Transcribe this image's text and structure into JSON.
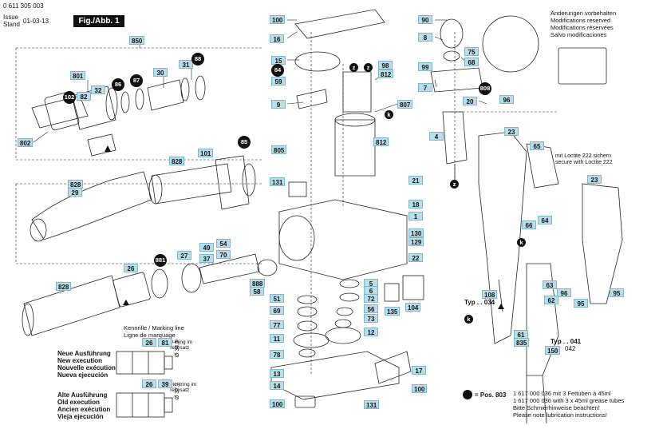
{
  "header": {
    "doc_number": "0 611 305 003",
    "issue_label": "Issue",
    "stand_label": "Stand",
    "date": "01-03-13",
    "fig_title": "Fig./Abb. 1",
    "notes": [
      "Änderungen vorbehalten",
      "Modifications reserved",
      "Modifications réservées",
      "Salvo modificaciones"
    ]
  },
  "parts": {
    "p850": "850",
    "p801": "801",
    "p82": "82",
    "p32": "32",
    "p102": "102",
    "p802": "802",
    "p31": "31",
    "p30": "30",
    "p828a": "828",
    "p29": "29",
    "p101": "101",
    "p26": "26",
    "p828b": "828",
    "p27": "27",
    "p49": "49",
    "p37": "37",
    "p54": "54",
    "p70": "70",
    "p888": "888",
    "p58": "58",
    "p100a": "100",
    "p16": "16",
    "p15": "15",
    "p59": "59",
    "p9": "9",
    "p805": "805",
    "p131a": "131",
    "p98": "98",
    "p812a": "812",
    "p807": "807",
    "p812b": "812",
    "p21": "21",
    "p18": "18",
    "p1": "1",
    "p130": "130",
    "p129": "129",
    "p22": "22",
    "p5": "5",
    "p6": "6",
    "p72": "72",
    "p56": "56",
    "p73": "73",
    "p12": "12",
    "p51": "51",
    "p69": "69",
    "p77": "77",
    "p11": "11",
    "p78": "78",
    "p13": "13",
    "p14": "14",
    "p17": "17",
    "p100b": "100",
    "p100c": "100",
    "p131b": "131",
    "p135": "135",
    "p104": "104",
    "p90": "90",
    "p8": "8",
    "p75": "75",
    "p99": "99",
    "p68": "68",
    "p7": "7",
    "p20": "20",
    "p96a": "96",
    "p4": "4",
    "p23a": "23",
    "p65": "65",
    "p23b": "23",
    "p66": "66",
    "p64": "64",
    "p63": "63",
    "p96b": "96",
    "p95a": "95",
    "p95b": "95",
    "p62": "62",
    "p108": "108",
    "p61": "61",
    "p835": "835",
    "p150": "150"
  },
  "callouts": {
    "c86": "86",
    "c87": "87",
    "c88": "88",
    "c85": "85",
    "c881": "881",
    "c84": "84",
    "c808": "808",
    "cz1": "z",
    "cz2": "z",
    "cz3": "z",
    "ck1": "k",
    "ck2": "k",
    "ck3": "k"
  },
  "annotations": {
    "loctite": [
      "mit Loctite 222 sichern",
      "secure with Loctite 222"
    ],
    "typ034": "Typ . . 034",
    "typ041": "Typ . . 041",
    "typ042": "042",
    "marking": [
      "Kennrille / Marking line",
      "Ligne de marquage"
    ],
    "oring": [
      "O-Ring im",
      "Teilesatz"
    ],
    "dicht": [
      "Dichtring im",
      "Teilesatz"
    ],
    "new_exec": [
      "Neue Ausführung",
      "New execution",
      "Nouvelle exécution",
      "Nueva ejecución"
    ],
    "old_exec": [
      "Alte Ausführung",
      "Old execution",
      "Ancien exécution",
      "Vieja ejecución"
    ],
    "dia1": "Ø 34,5",
    "dia2": "Ø 37,7",
    "s26a": "26",
    "s81": "81",
    "s26b": "26",
    "s39": "39",
    "pos_label": "= Pos. 803",
    "grease": [
      "1 617 000 036 mit 3 Fettuben à 45ml",
      "1 617 000 036 with 3 x 45ml grease tubes",
      "Bitte Schmierhinweise beachten!",
      "Please note lubrication instructions!"
    ]
  }
}
